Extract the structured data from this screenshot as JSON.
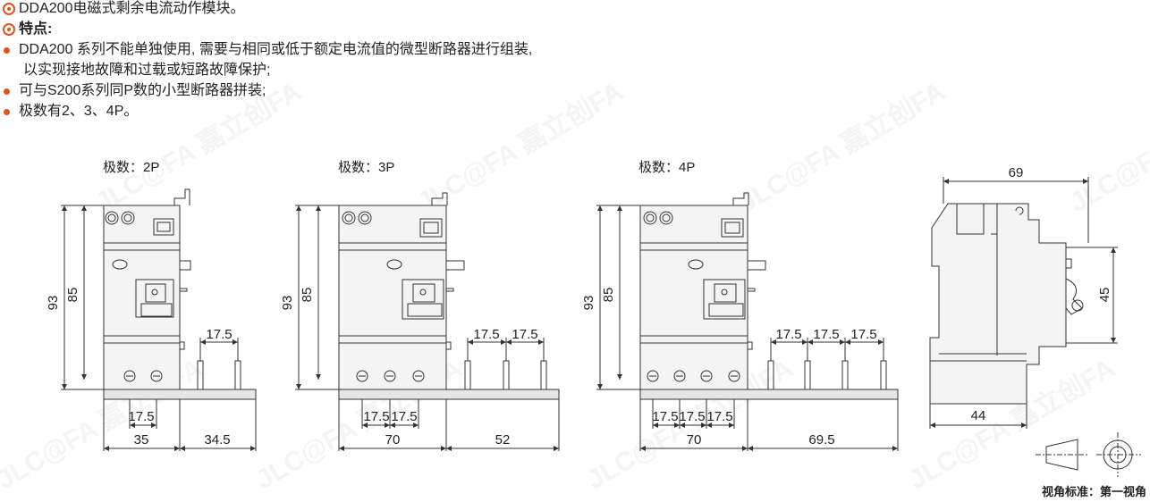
{
  "notes": {
    "intro": "DDA200电磁式剩余电流动作模块。",
    "features_title": "特点:",
    "bullets": [
      "DDA200 系列不能单独使用, 需要与相同或低于额定电流值的微型断路器进行组装,",
      "以实现接地故障和过载或短路故障保护;",
      "可与S200系列同P数的小型断路器拼装;",
      "极数有2、3、4P。"
    ]
  },
  "watermark": "JLC@FA 嘉立创FA",
  "colors": {
    "accent": "#e0531f",
    "line": "#333333",
    "body_fill": "#f4f4f4"
  },
  "views": [
    {
      "pole_label": "极数：2P",
      "overall_height": "93",
      "body_height": "85",
      "pin_pitch": "17.5",
      "bottom_pitch": "17.5",
      "body_width": "35",
      "rail_width": "34.5"
    },
    {
      "pole_label": "极数：3P",
      "overall_height": "93",
      "body_height": "85",
      "pin_pitch_a": "17.5",
      "pin_pitch_b": "17.5",
      "bottom_pitch_a": "17.5",
      "bottom_pitch_b": "17.5",
      "body_width": "70",
      "rail_width": "52"
    },
    {
      "pole_label": "极数：4P",
      "overall_height": "93",
      "body_height": "85",
      "pin_pitch_a": "17.5",
      "pin_pitch_b": "17.5",
      "pin_pitch_c": "17.5",
      "bottom_pitch_a": "17.5",
      "bottom_pitch_b": "17.5",
      "bottom_pitch_c": "17.5",
      "body_width": "70",
      "rail_width": "69.5"
    }
  ],
  "side_view": {
    "depth": "69",
    "height": "45",
    "base_depth": "44"
  },
  "projection_label": "视角标准：第一视角"
}
